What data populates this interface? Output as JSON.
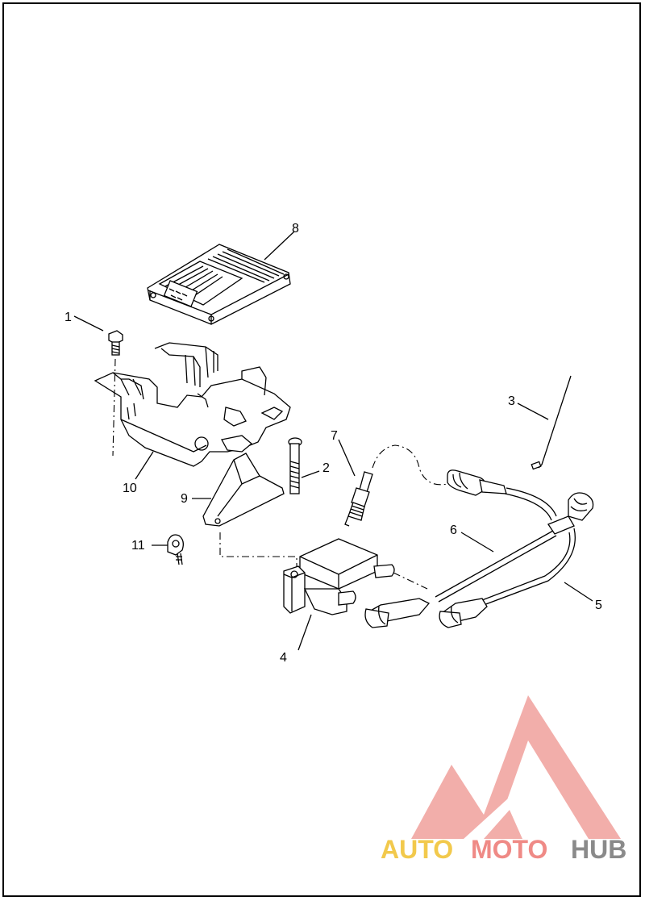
{
  "diagram": {
    "callouts": [
      {
        "id": "callout-1",
        "text": "1"
      },
      {
        "id": "callout-2",
        "text": "2"
      },
      {
        "id": "callout-3",
        "text": "3"
      },
      {
        "id": "callout-4",
        "text": "4"
      },
      {
        "id": "callout-5",
        "text": "5"
      },
      {
        "id": "callout-6",
        "text": "6"
      },
      {
        "id": "callout-7",
        "text": "7"
      },
      {
        "id": "callout-8",
        "text": "8"
      },
      {
        "id": "callout-9",
        "text": "9"
      },
      {
        "id": "callout-10",
        "text": "10"
      },
      {
        "id": "callout-11",
        "text": "11"
      }
    ]
  },
  "watermark": {
    "part1": "AUTO",
    "part2": "MOTO",
    "part3": "HUB",
    "colors": {
      "auto": "#f2c94c",
      "moto": "#ef8a86",
      "hub": "#8a8a8a",
      "logo": "#f0a09c"
    }
  }
}
